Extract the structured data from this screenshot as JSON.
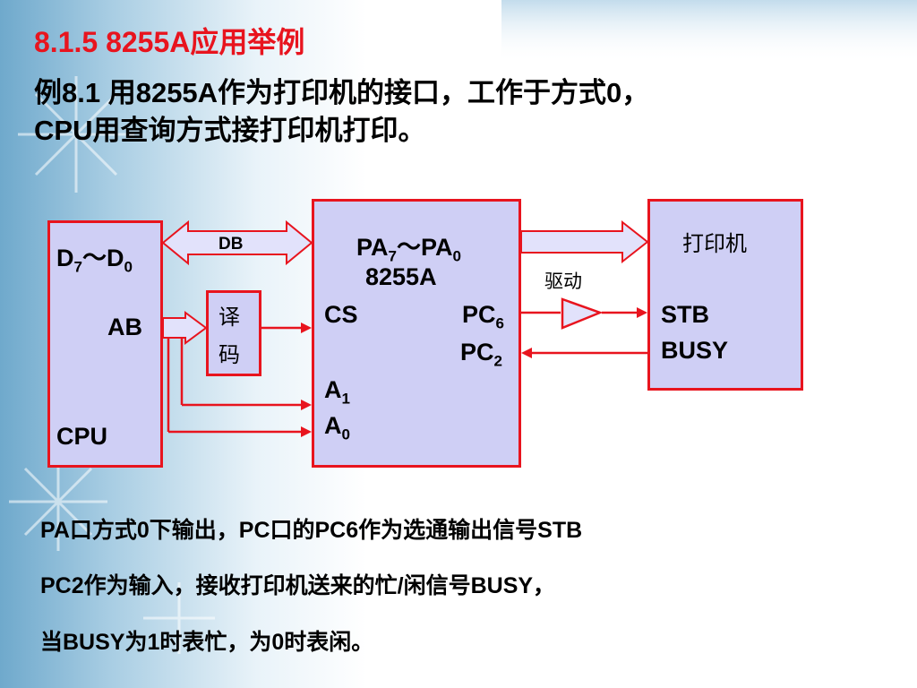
{
  "slide": {
    "title": "8.1.5  8255A应用举例",
    "lead_line1": "例8.1  用8255A作为打印机的接口，工作于方式0，",
    "lead_line2": "CPU用查询方式接打印机打印。",
    "note_line1": "PA口方式0下输出，PC口的PC6作为选通输出信号STB",
    "note_line2": "PC2作为输入，接收打印机送来的忙/闲信号BUSY，",
    "note_line3": "当BUSY为1时表忙，为0时表闲。"
  },
  "diagram": {
    "cpu": {
      "data_pins": "D",
      "data_hi": "7",
      "data_sep": "～",
      "data_lo": "0",
      "address": "AB",
      "name": "CPU"
    },
    "bus_label": "DB",
    "decoder": {
      "line1": "译",
      "line2": "码"
    },
    "chip": {
      "pa_prefix": "PA",
      "pa_hi": "7",
      "pa_sep": "～PA",
      "pa_lo": "0",
      "name": "8255A",
      "cs": "CS",
      "pc6": "PC",
      "pc6_sub": "6",
      "pc2": "PC",
      "pc2_sub": "2",
      "a1": "A",
      "a1_sub": "1",
      "a0": "A",
      "a0_sub": "0"
    },
    "driver_label": "驱动",
    "printer": {
      "name": "打印机",
      "stb": "STB",
      "busy": "BUSY"
    }
  },
  "colors": {
    "accent": "#e8141e",
    "box_fill": "#cfcff5",
    "arrow_fill": "#e2e2fb"
  }
}
